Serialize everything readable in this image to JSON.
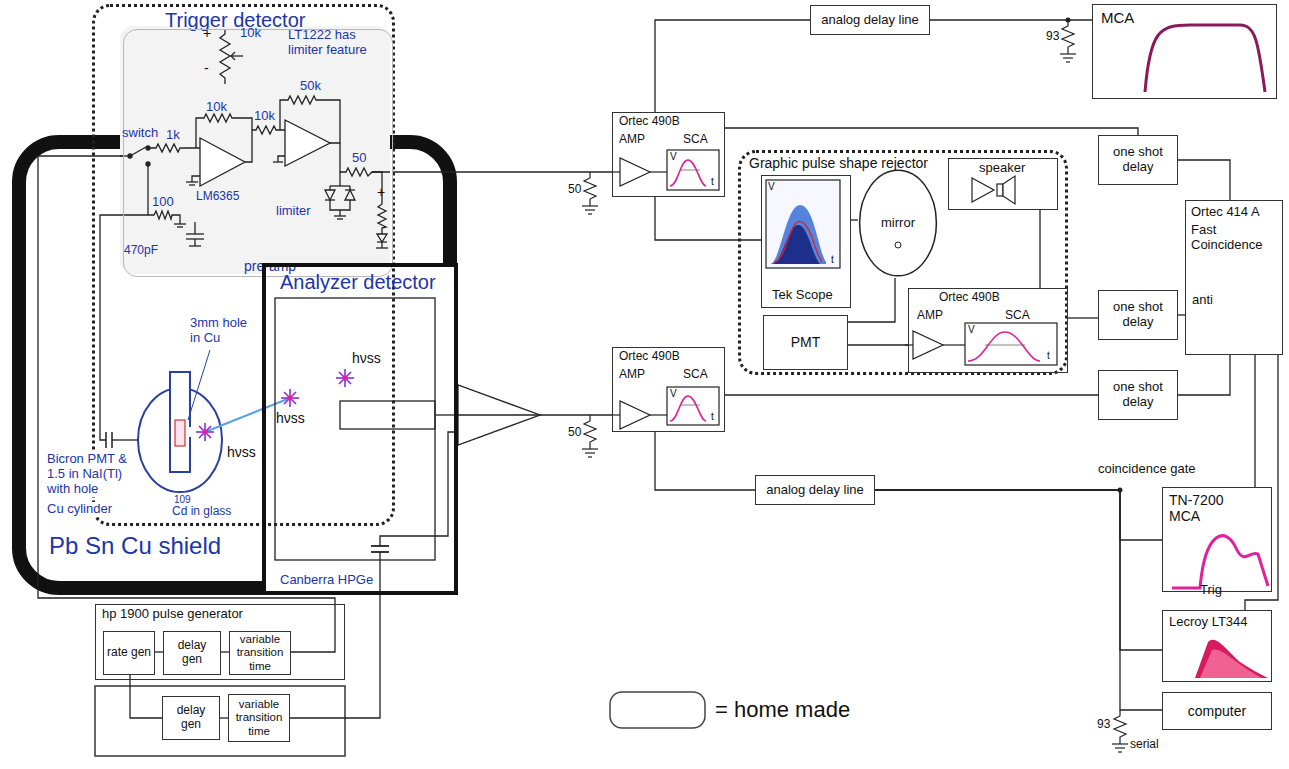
{
  "diagram": {
    "nodes": [
      {
        "text": [
          "Trigger detector"
        ]
      },
      {
        "text": [
          "pre-amp"
        ],
        "in": 0
      },
      {
        "text": [
          "Pb Sn Cu shield"
        ]
      },
      {
        "text": [
          "Analyzer detector",
          "Canberra HPGe"
        ]
      },
      {
        "text": [
          "Ortec 490B",
          "AMP",
          "SCA"
        ]
      },
      {
        "text": [
          "analog delay line"
        ]
      },
      {
        "text": [
          "MCA"
        ]
      },
      {
        "text": [
          "one shot delay"
        ]
      },
      {
        "text": [
          "Graphic pulse shape rejector"
        ]
      },
      {
        "text": [
          "Tek Scope"
        ],
        "in": 8
      },
      {
        "text": [
          "mirror"
        ],
        "in": 8
      },
      {
        "text": [
          "PMT"
        ],
        "in": 8
      },
      {
        "text": [
          "speaker"
        ],
        "in": 8
      },
      {
        "text": [
          "Ortec 490B",
          "AMP",
          "SCA"
        ],
        "in": 8
      },
      {
        "text": [
          "one shot delay"
        ]
      },
      {
        "text": [
          "Ortec 414 A",
          "Fast Coincidence",
          "anti"
        ]
      },
      {
        "text": [
          "Ortec 490B",
          "AMP",
          "SCA"
        ]
      },
      {
        "text": [
          "one shot delay"
        ]
      },
      {
        "text": [
          "analog delay line"
        ]
      },
      {
        "text": [
          "TN-7200 MCA"
        ]
      },
      {
        "text": [
          "Lecroy LT344"
        ]
      },
      {
        "text": [
          "computer"
        ]
      },
      {
        "text": [
          "hp 1900 pulse generator"
        ]
      },
      {
        "text": [
          "rate gen"
        ],
        "in": 22
      },
      {
        "text": [
          "delay gen"
        ],
        "in": 22
      },
      {
        "text": [
          "variable transition time"
        ],
        "in": 22
      },
      {
        "text": [
          "delay gen"
        ]
      },
      {
        "text": [
          "variable transition time"
        ]
      }
    ],
    "edges": [
      {
        "from": 1,
        "to": 4,
        "arrow": "none"
      },
      {
        "from": 4,
        "to": 5,
        "arrow": "none"
      },
      {
        "from": 5,
        "to": 6,
        "arrow": "none"
      },
      {
        "from": 4,
        "to": 7,
        "arrow": "none"
      },
      {
        "from": 4,
        "to": 9,
        "arrow": "none"
      },
      {
        "from": 9,
        "to": 10,
        "arrow": "none"
      },
      {
        "from": 10,
        "to": 11,
        "arrow": "none"
      },
      {
        "from": 11,
        "to": 13,
        "arrow": "none"
      },
      {
        "from": 13,
        "to": 12,
        "arrow": "none"
      },
      {
        "from": 13,
        "to": 14,
        "arrow": "none"
      },
      {
        "from": 7,
        "to": 15,
        "arrow": "none"
      },
      {
        "from": 14,
        "to": 15,
        "arrow": "none"
      },
      {
        "from": 17,
        "to": 15,
        "arrow": "none"
      },
      {
        "from": 3,
        "to": 16,
        "arrow": "none"
      },
      {
        "from": 16,
        "to": 17,
        "arrow": "none"
      },
      {
        "from": 16,
        "to": 18,
        "arrow": "none"
      },
      {
        "from": 18,
        "to": 19,
        "arrow": "none"
      },
      {
        "from": 15,
        "to": 19,
        "arrow": "none"
      },
      {
        "from": 15,
        "to": 20,
        "arrow": "none"
      },
      {
        "from": 18,
        "to": 20,
        "arrow": "none"
      },
      {
        "from": 18,
        "to": 21,
        "arrow": "none"
      },
      {
        "from": 25,
        "to": 1,
        "arrow": "none"
      },
      {
        "from": 27,
        "to": 3,
        "arrow": "none"
      },
      {
        "from": 23,
        "to": 24,
        "arrow": "none"
      },
      {
        "from": 24,
        "to": 25,
        "arrow": "none"
      },
      {
        "from": 23,
        "to": 26,
        "arrow": "none"
      },
      {
        "from": 26,
        "to": 27,
        "arrow": "none"
      }
    ],
    "labels": [
      "LT1222 has limiter feature",
      "+",
      "-",
      "10k",
      "switch",
      "1k",
      "10k",
      "50k",
      "10k",
      "LM6365",
      "100",
      "limiter",
      "470pF",
      "50",
      "+",
      "3mm hole in Cu",
      "hνss",
      "Bicron PMT & 1.5 in NaI(Tl) with hole",
      "Cu cylinder",
      "109",
      "Cd in glass",
      "hνss",
      "hνss",
      "50",
      "50",
      "93",
      "V",
      "t",
      "V",
      "t",
      "V",
      "t",
      "V",
      "t",
      "coincidence gate",
      "Trig",
      "93",
      "serial"
    ],
    "legend": [
      {
        "text": "= home made"
      }
    ]
  }
}
